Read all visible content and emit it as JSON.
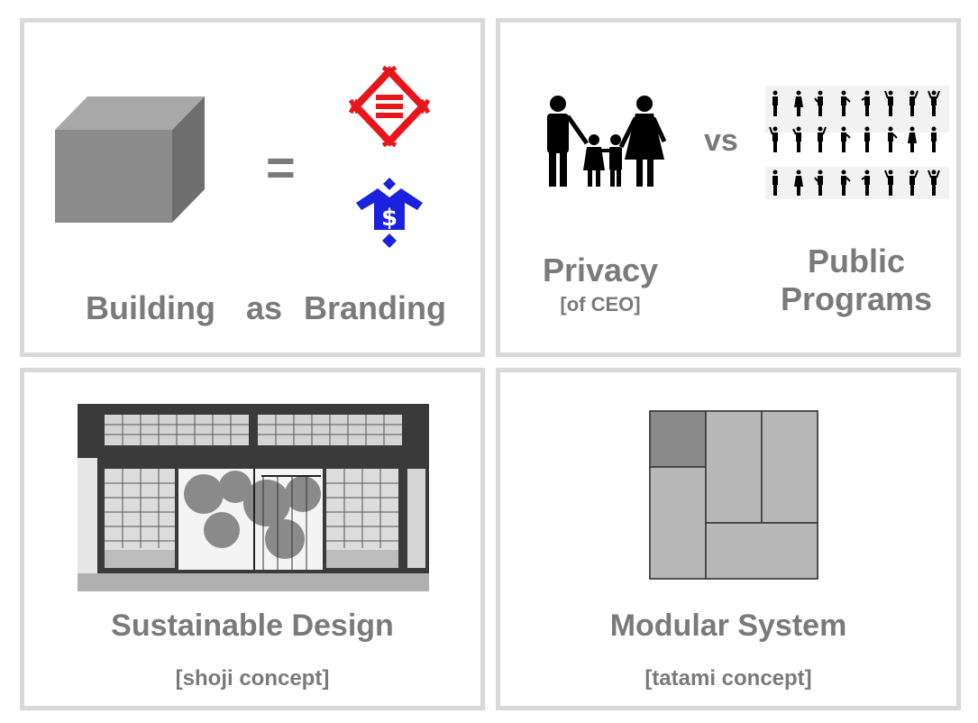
{
  "panels": {
    "branding": {
      "equals": "=",
      "word1": "Building",
      "word2": "as",
      "word3": "Branding"
    },
    "privacy": {
      "vs": "vs",
      "privacy_title": "Privacy",
      "privacy_sub": "[of CEO]",
      "public_line1": "Public",
      "public_line2": "Programs"
    },
    "sustainable": {
      "title": "Sustainable Design",
      "subtitle": "[shoji concept]"
    },
    "modular": {
      "title": "Modular System",
      "subtitle": "[tatami concept]"
    }
  },
  "colors": {
    "label_gray": "#7a7a7a",
    "panel_border": "#d9d9d9",
    "logo_red": "#e8161b",
    "logo_blue": "#1a22e0",
    "tatami_dark": "#8a8a8a",
    "tatami_light": "#b8b8b8"
  }
}
